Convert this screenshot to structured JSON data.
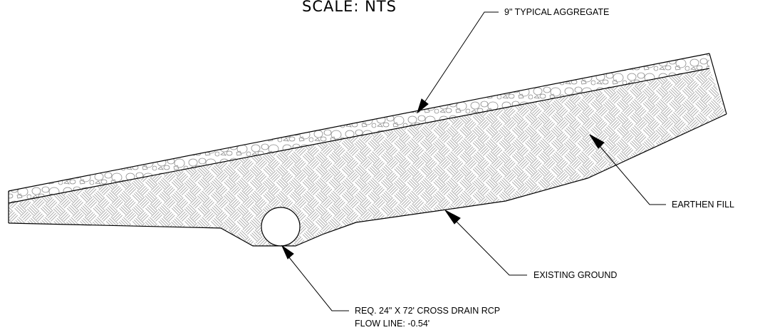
{
  "scale_label": "SCALE: NTS",
  "labels": {
    "aggregate": "9\" TYPICAL AGGREGATE",
    "earthen_fill": "EARTHEN FILL",
    "existing_ground": "EXISTING GROUND",
    "cross_drain_line1": "REQ. 24\" X 72' CROSS DRAIN RCP",
    "cross_drain_line2": "FLOW LINE: -0.54'"
  },
  "colors": {
    "line": "#000000",
    "hatch": "#8a8a8a",
    "background": "#ffffff"
  }
}
